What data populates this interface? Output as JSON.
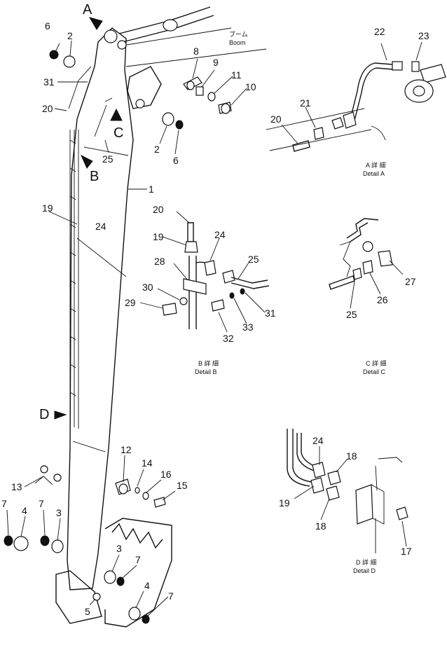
{
  "view_letters": {
    "a": "A",
    "b": "B",
    "c": "C",
    "d": "D"
  },
  "boom_label_jp": "ブーム",
  "boom_label_en": "Boom",
  "details": {
    "a": {
      "jp": "A 詳 細",
      "en": "Detail A"
    },
    "b": {
      "jp": "B 詳 細",
      "en": "Detail B"
    },
    "c": {
      "jp": "C 詳 細",
      "en": "Detail C"
    },
    "d": {
      "jp": "D 詳 細",
      "en": "Detail D"
    }
  },
  "callouts": {
    "main": {
      "n6a": "6",
      "n2a": "2",
      "n31": "31",
      "n20": "20",
      "n8": "8",
      "n9": "9",
      "n11": "11",
      "n10": "10",
      "n2b": "2",
      "n6b": "6",
      "n25": "25",
      "n1": "1",
      "n19": "19",
      "n24": "24",
      "n12": "12",
      "n14": "14",
      "n16": "16",
      "n15": "15",
      "n13": "13",
      "n7a": "7",
      "n4a": "4",
      "n7b": "7",
      "n3a": "3",
      "n3b": "3",
      "n7c": "7",
      "n4b": "4",
      "n7d": "7",
      "n5": "5"
    },
    "detail_a": {
      "n22": "22",
      "n23": "23",
      "n21": "21",
      "n20": "20"
    },
    "detail_b": {
      "n20": "20",
      "n19": "19",
      "n24": "24",
      "n28": "28",
      "n25": "25",
      "n30": "30",
      "n29": "29",
      "n32": "32",
      "n33": "33",
      "n31": "31"
    },
    "detail_c": {
      "n27": "27",
      "n26": "26",
      "n25": "25"
    },
    "detail_d": {
      "n24": "24",
      "n18a": "18",
      "n19": "19",
      "n18b": "18",
      "n17": "17"
    }
  }
}
